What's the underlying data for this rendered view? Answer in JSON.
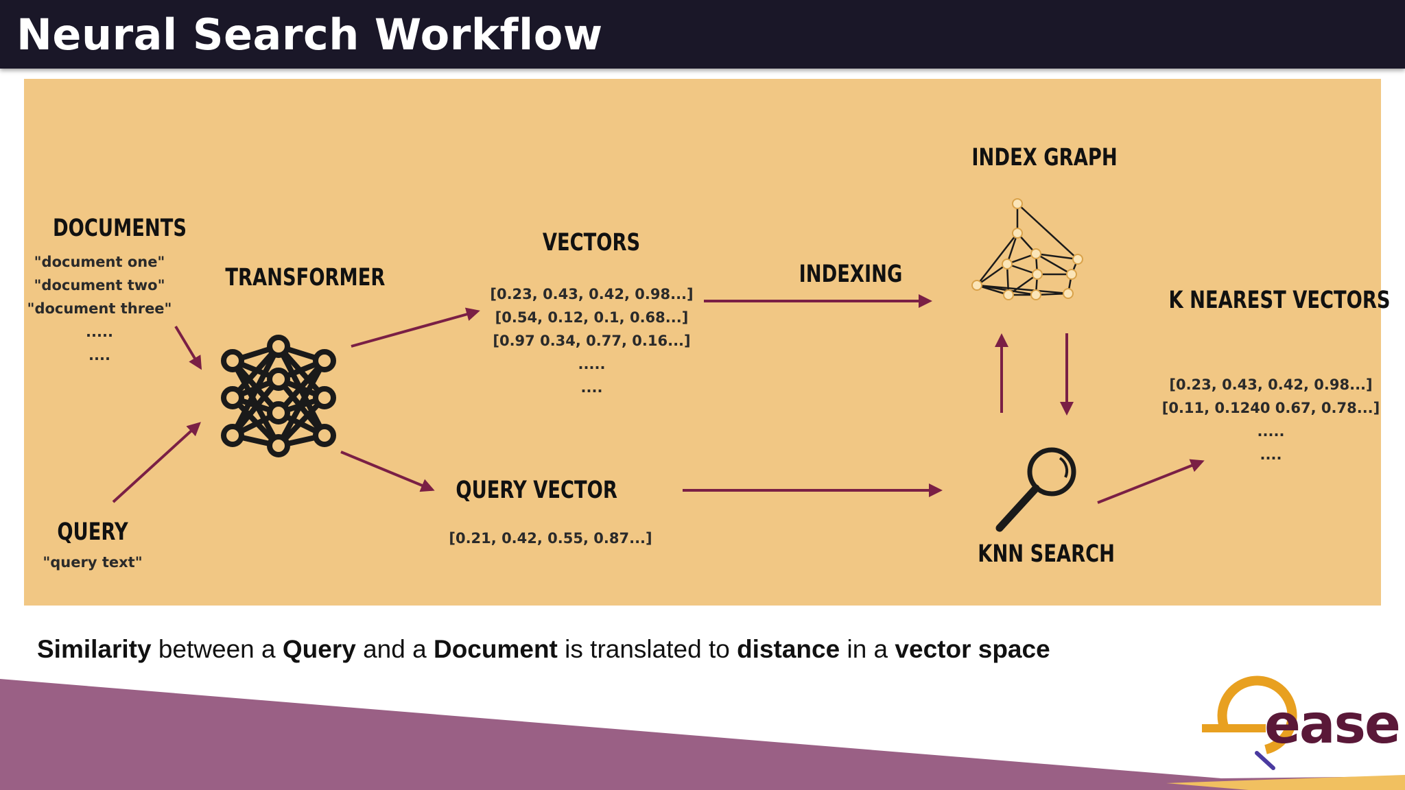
{
  "title": "Neural Search Workflow",
  "diagram": {
    "documents": {
      "label": "DOCUMENTS",
      "items": [
        "\"document one\"",
        "\"document two\"",
        "\"document three\"",
        ".....",
        "...."
      ]
    },
    "transformer": {
      "label": "TRANSFORMER"
    },
    "vectors": {
      "label": "VECTORS",
      "items": [
        "[0.23, 0.43, 0.42, 0.98...]",
        "[0.54, 0.12, 0.1, 0.68...]",
        "[0.97 0.34, 0.77, 0.16...]",
        ".....",
        "...."
      ]
    },
    "indexing": {
      "label": "INDEXING"
    },
    "index_graph": {
      "label": "INDEX GRAPH"
    },
    "k_nearest": {
      "label": "K NEAREST VECTORS",
      "items": [
        "[0.23, 0.43, 0.42, 0.98...]",
        "[0.11, 0.1240 0.67, 0.78...]",
        ".....",
        "...."
      ]
    },
    "query": {
      "label": "QUERY",
      "text": "\"query text\""
    },
    "query_vector": {
      "label": "QUERY VECTOR",
      "value": "[0.21, 0.42, 0.55, 0.87...]"
    },
    "knn_search": {
      "label": "KNN SEARCH"
    }
  },
  "caption": {
    "p1": "Similarity",
    "p2": " between a ",
    "p3": "Query",
    "p4": " and a ",
    "p5": "Document",
    "p6": " is translated to ",
    "p7": "distance",
    "p8": " in a ",
    "p9": "vector space"
  },
  "logo": {
    "text": "ease"
  },
  "colors": {
    "header_bg": "#1a1728",
    "panel_bg": "#f1c784",
    "arrow": "#7a1f45",
    "footer_purple": "#9a6085",
    "logo_gold": "#e8a020"
  }
}
